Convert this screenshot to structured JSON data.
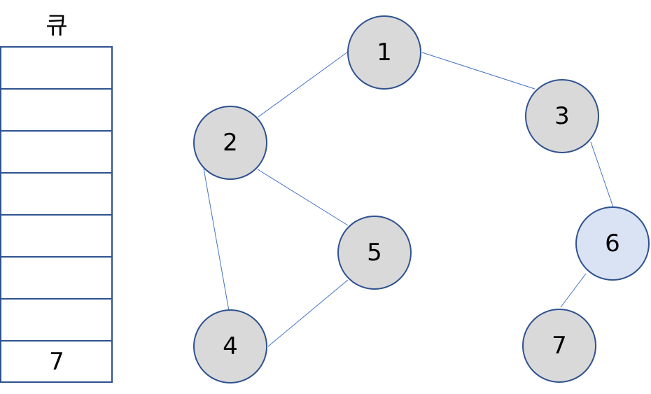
{
  "queue": {
    "title": "큐",
    "cells": [
      "",
      "",
      "",
      "",
      "",
      "",
      "",
      "7"
    ]
  },
  "graph": {
    "nodes": [
      {
        "id": "1",
        "label": "1",
        "state": "visited"
      },
      {
        "id": "2",
        "label": "2",
        "state": "visited"
      },
      {
        "id": "3",
        "label": "3",
        "state": "visited"
      },
      {
        "id": "4",
        "label": "4",
        "state": "visited"
      },
      {
        "id": "5",
        "label": "5",
        "state": "visited"
      },
      {
        "id": "6",
        "label": "6",
        "state": "current"
      },
      {
        "id": "7",
        "label": "7",
        "state": "visited"
      }
    ],
    "edges": [
      [
        "1",
        "2"
      ],
      [
        "1",
        "3"
      ],
      [
        "2",
        "5"
      ],
      [
        "2",
        "4"
      ],
      [
        "5",
        "4"
      ],
      [
        "3",
        "6"
      ],
      [
        "6",
        "7"
      ]
    ]
  },
  "colors": {
    "visited": "#d9d9d9",
    "current": "#dae3f3",
    "outline": "#2f528f",
    "edge": "#4472c4"
  }
}
